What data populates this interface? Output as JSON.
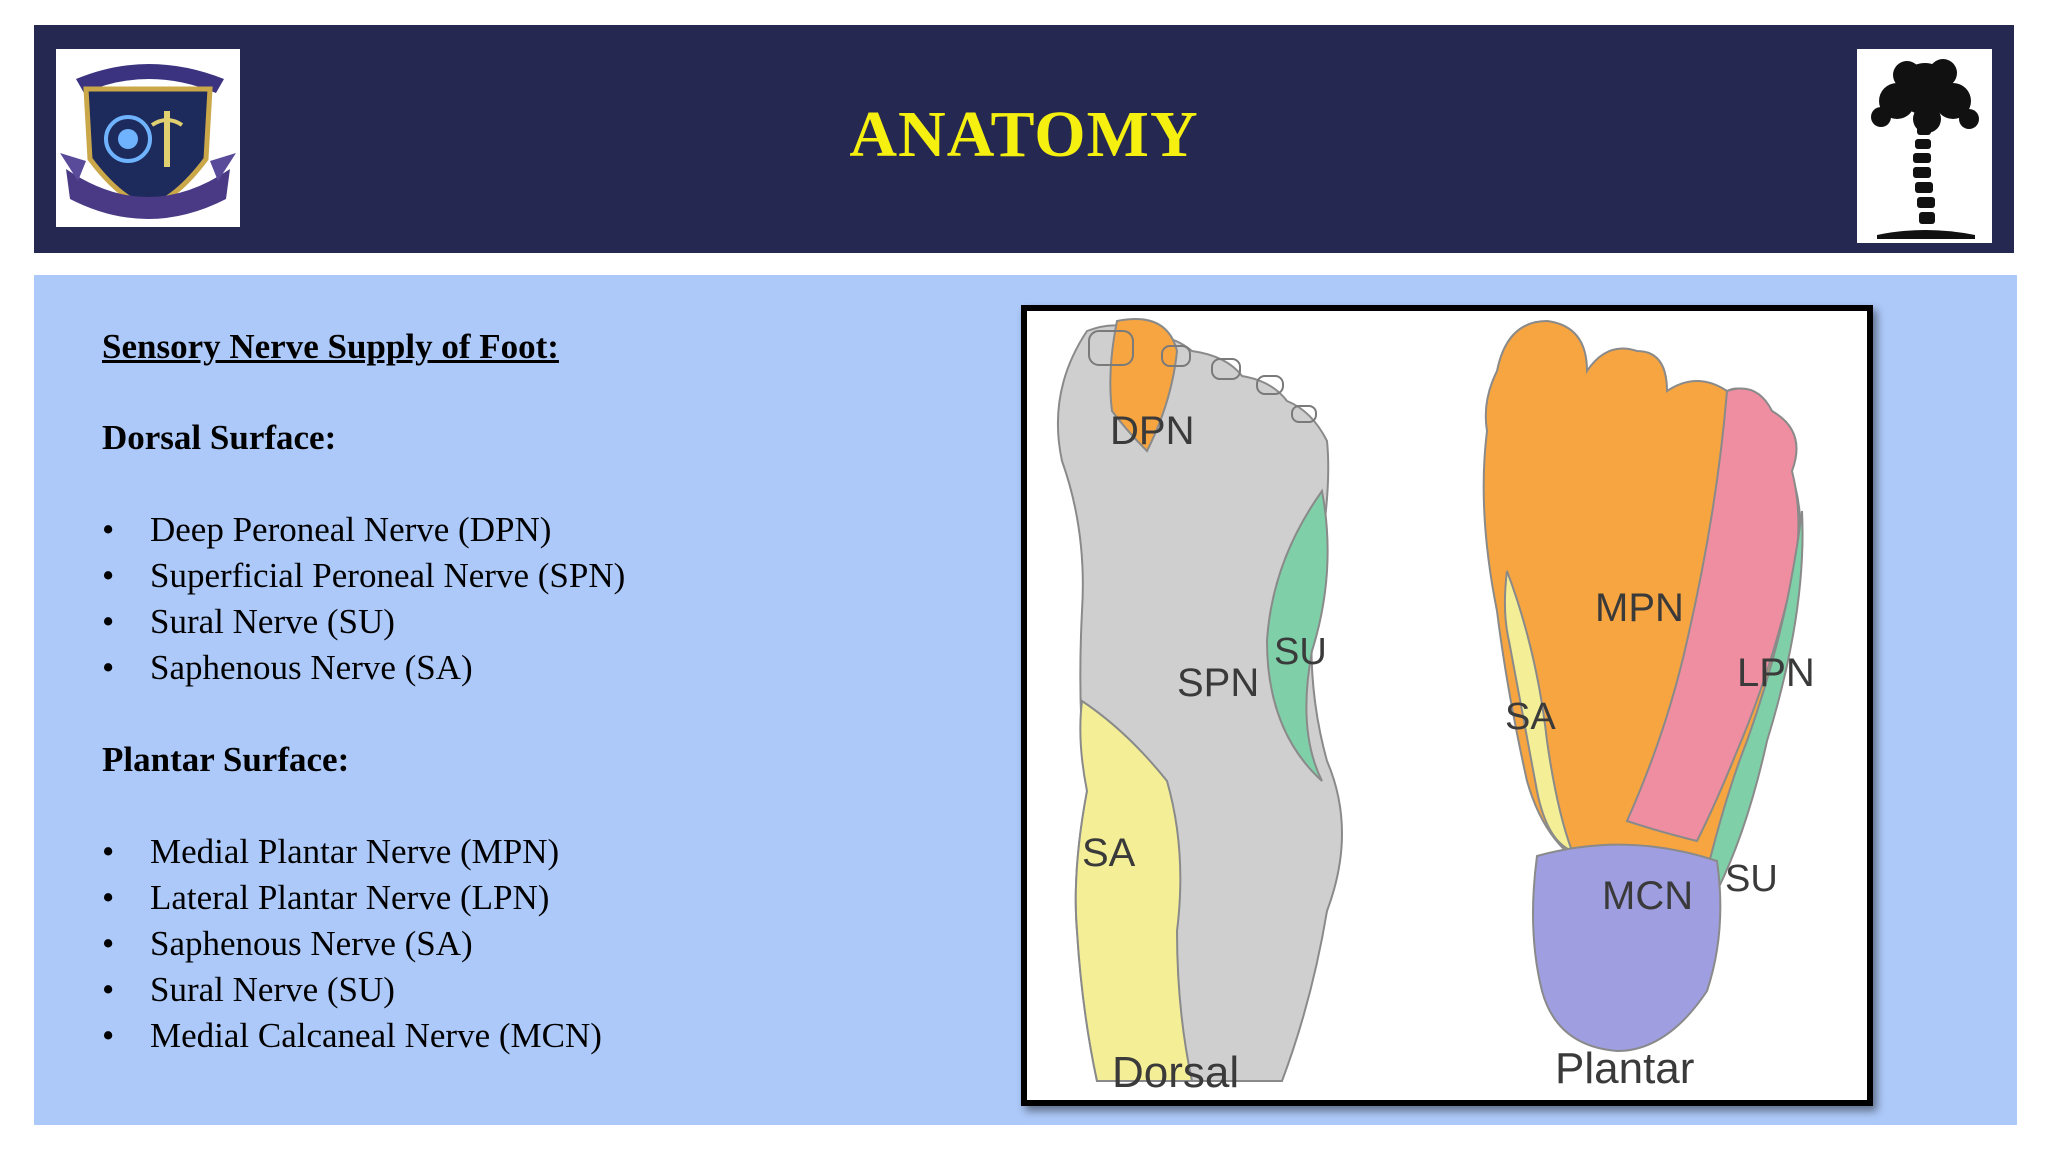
{
  "slide": {
    "title": "ANATOMY",
    "logos": {
      "left_icon": "college-seal-icon",
      "right_icon": "tree-spine-icon"
    }
  },
  "content": {
    "main_heading": "Sensory Nerve Supply of Foot:",
    "dorsal": {
      "heading": "Dorsal Surface:",
      "items": [
        "Deep Peroneal Nerve (DPN)",
        "Superficial Peroneal Nerve (SPN)",
        "Sural Nerve (SU)",
        "Saphenous Nerve (SA)"
      ]
    },
    "plantar": {
      "heading": "Plantar Surface:",
      "items": [
        "Medial Plantar Nerve (MPN)",
        "Lateral Plantar Nerve (LPN)",
        "Saphenous Nerve (SA)",
        "Sural Nerve (SU)",
        "Medial Calcaneal Nerve (MCN)"
      ]
    }
  },
  "figure": {
    "dorsal_caption": "Dorsal",
    "plantar_caption": "Plantar",
    "dorsal_labels": {
      "dpn": "DPN",
      "spn": "SPN",
      "su": "SU",
      "sa": "SA"
    },
    "plantar_labels": {
      "mpn": "MPN",
      "lpn": "LPN",
      "sa": "SA",
      "su": "SU",
      "mcn": "MCN"
    },
    "colors": {
      "grey": "#cfcfcf",
      "orange": "#f7a541",
      "green": "#7fcfa8",
      "yellow": "#f4ef97",
      "pink": "#ef8ea0",
      "purple": "#9e9ee0"
    }
  },
  "colors": {
    "header_bg": "#252850",
    "title_color": "#f5f010",
    "content_bg": "#adc9f9"
  }
}
